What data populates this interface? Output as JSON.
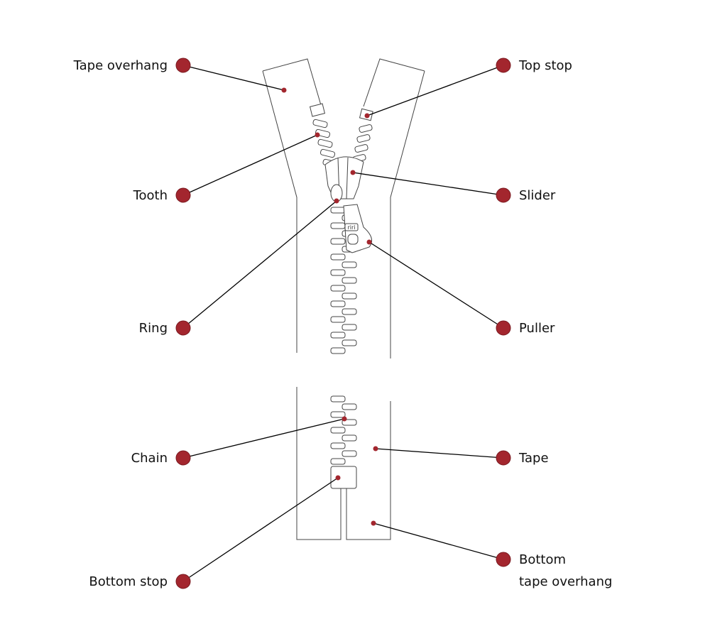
{
  "colors": {
    "marker": "#a3262e",
    "line": "#000000",
    "outline": "#444444"
  },
  "brand_on_puller": "riri",
  "labels": {
    "tape_overhang": "Tape overhang",
    "top_stop": "Top stop",
    "tooth": "Tooth",
    "slider": "Slider",
    "ring": "Ring",
    "puller": "Puller",
    "chain": "Chain",
    "tape": "Tape",
    "bottom_stop": "Bottom stop",
    "bottom_tape_overhang_1": "Bottom",
    "bottom_tape_overhang_2": "tape overhang"
  }
}
